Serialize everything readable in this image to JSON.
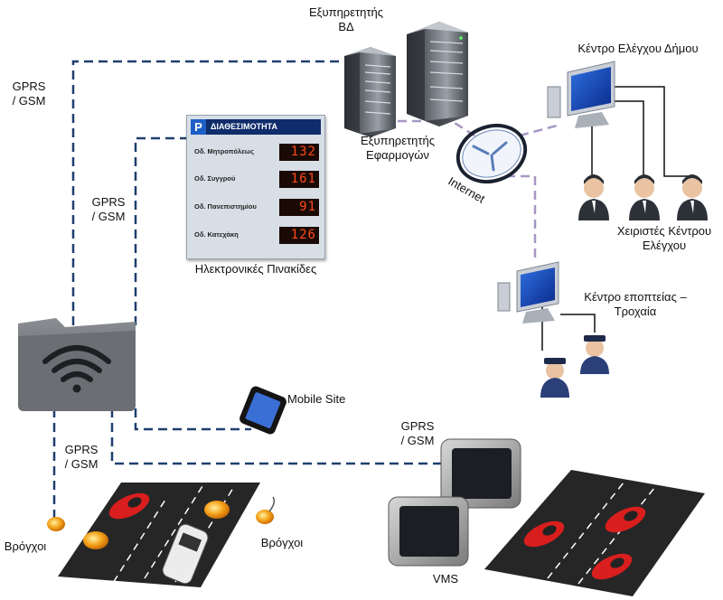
{
  "labels": {
    "db_server": [
      "Εξυπηρετητής",
      "ΒΔ"
    ],
    "app_server": [
      "Εξυπηρετητής",
      "Εφαρμογών"
    ],
    "internet": "Internet",
    "control_center": "Κέντρο Ελέγχου Δήμου",
    "operators": [
      "Χειριστές Κέντρου",
      "Ελέγχου"
    ],
    "police_center": [
      "Κέντρο εποπτείας –",
      "Τροχαία"
    ],
    "gprs_1": [
      "GPRS",
      "/ GSM"
    ],
    "gprs_2": [
      "GPRS",
      "/ GSM"
    ],
    "gprs_3": [
      "GPRS",
      "/ GSM"
    ],
    "gprs_4": [
      "GPRS",
      "/ GSM"
    ],
    "signs": "Ηλεκτρονικές Πινακίδες",
    "mobile_site": "Mobile Site",
    "loops_left": "Βρόγχοι",
    "loops_right": "Βρόγχοι",
    "vms": "VMS"
  },
  "panel": {
    "title": "ΔΙΑΘΕΣΙΜΟΤΗΤΑ",
    "icon": "P",
    "rows": [
      {
        "street": "Οδ. Μητροπόλεως",
        "value": "132"
      },
      {
        "street": "Οδ. Συγγρού",
        "value": "161"
      },
      {
        "street": "Οδ. Πανεπιστημίου",
        "value": "91"
      },
      {
        "street": "Οδ. Κατεχάκη",
        "value": "126"
      }
    ]
  },
  "colors": {
    "gprs_link": "#1f3f6e",
    "internet_link": "#a797c4",
    "lan_link": "#111111",
    "panel_header": "#0f2c6b",
    "led": "#ff4a1a",
    "car": "#d91e1e"
  }
}
